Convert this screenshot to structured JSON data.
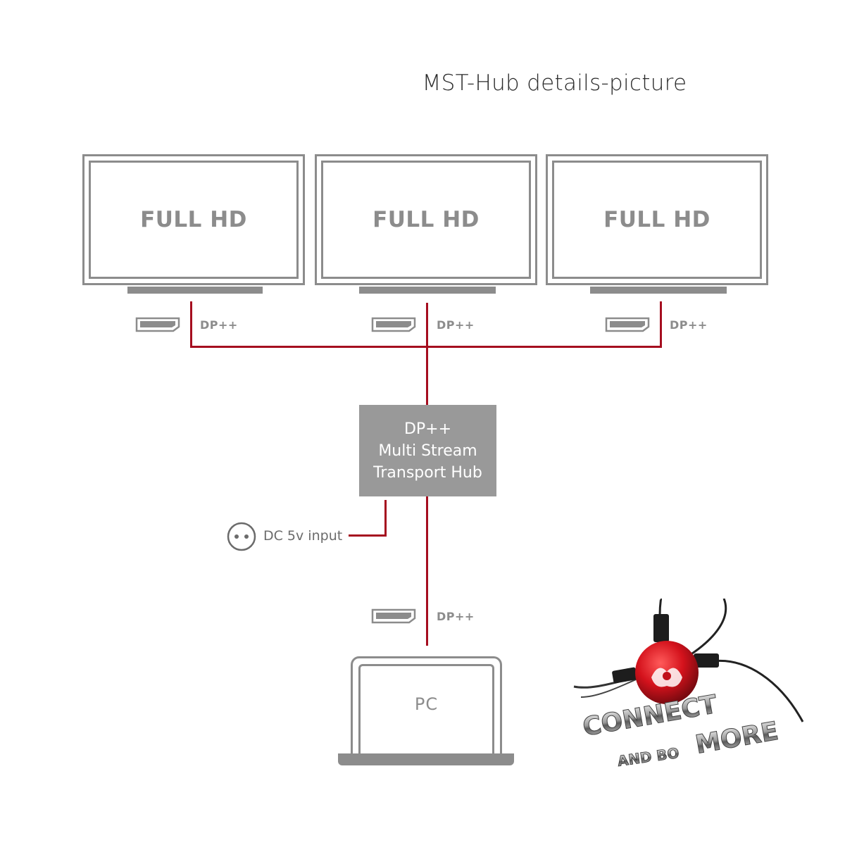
{
  "title": "MST-Hub details-picture",
  "monitors": [
    {
      "label": "FULL HD",
      "port_label": "DP++"
    },
    {
      "label": "FULL HD",
      "port_label": "DP++"
    },
    {
      "label": "FULL HD",
      "port_label": "DP++"
    }
  ],
  "hub": {
    "line1": "DP++",
    "line2": "Multi Stream",
    "line3": "Transport Hub"
  },
  "dc_input": {
    "label": "DC 5v input"
  },
  "pc": {
    "label": "PC",
    "port_label": "DP++"
  },
  "logo": {
    "line1": "CONNECT",
    "line2": "AND BO",
    "line3": "MORE"
  },
  "colors": {
    "wire": "#a50d1f",
    "gray": "#8c8c8c",
    "hub": "#999999"
  },
  "icons": [
    "displayport-icon",
    "dc-power-jack-icon",
    "monitor-icon",
    "laptop-icon",
    "connect-logo-ball-icon"
  ]
}
